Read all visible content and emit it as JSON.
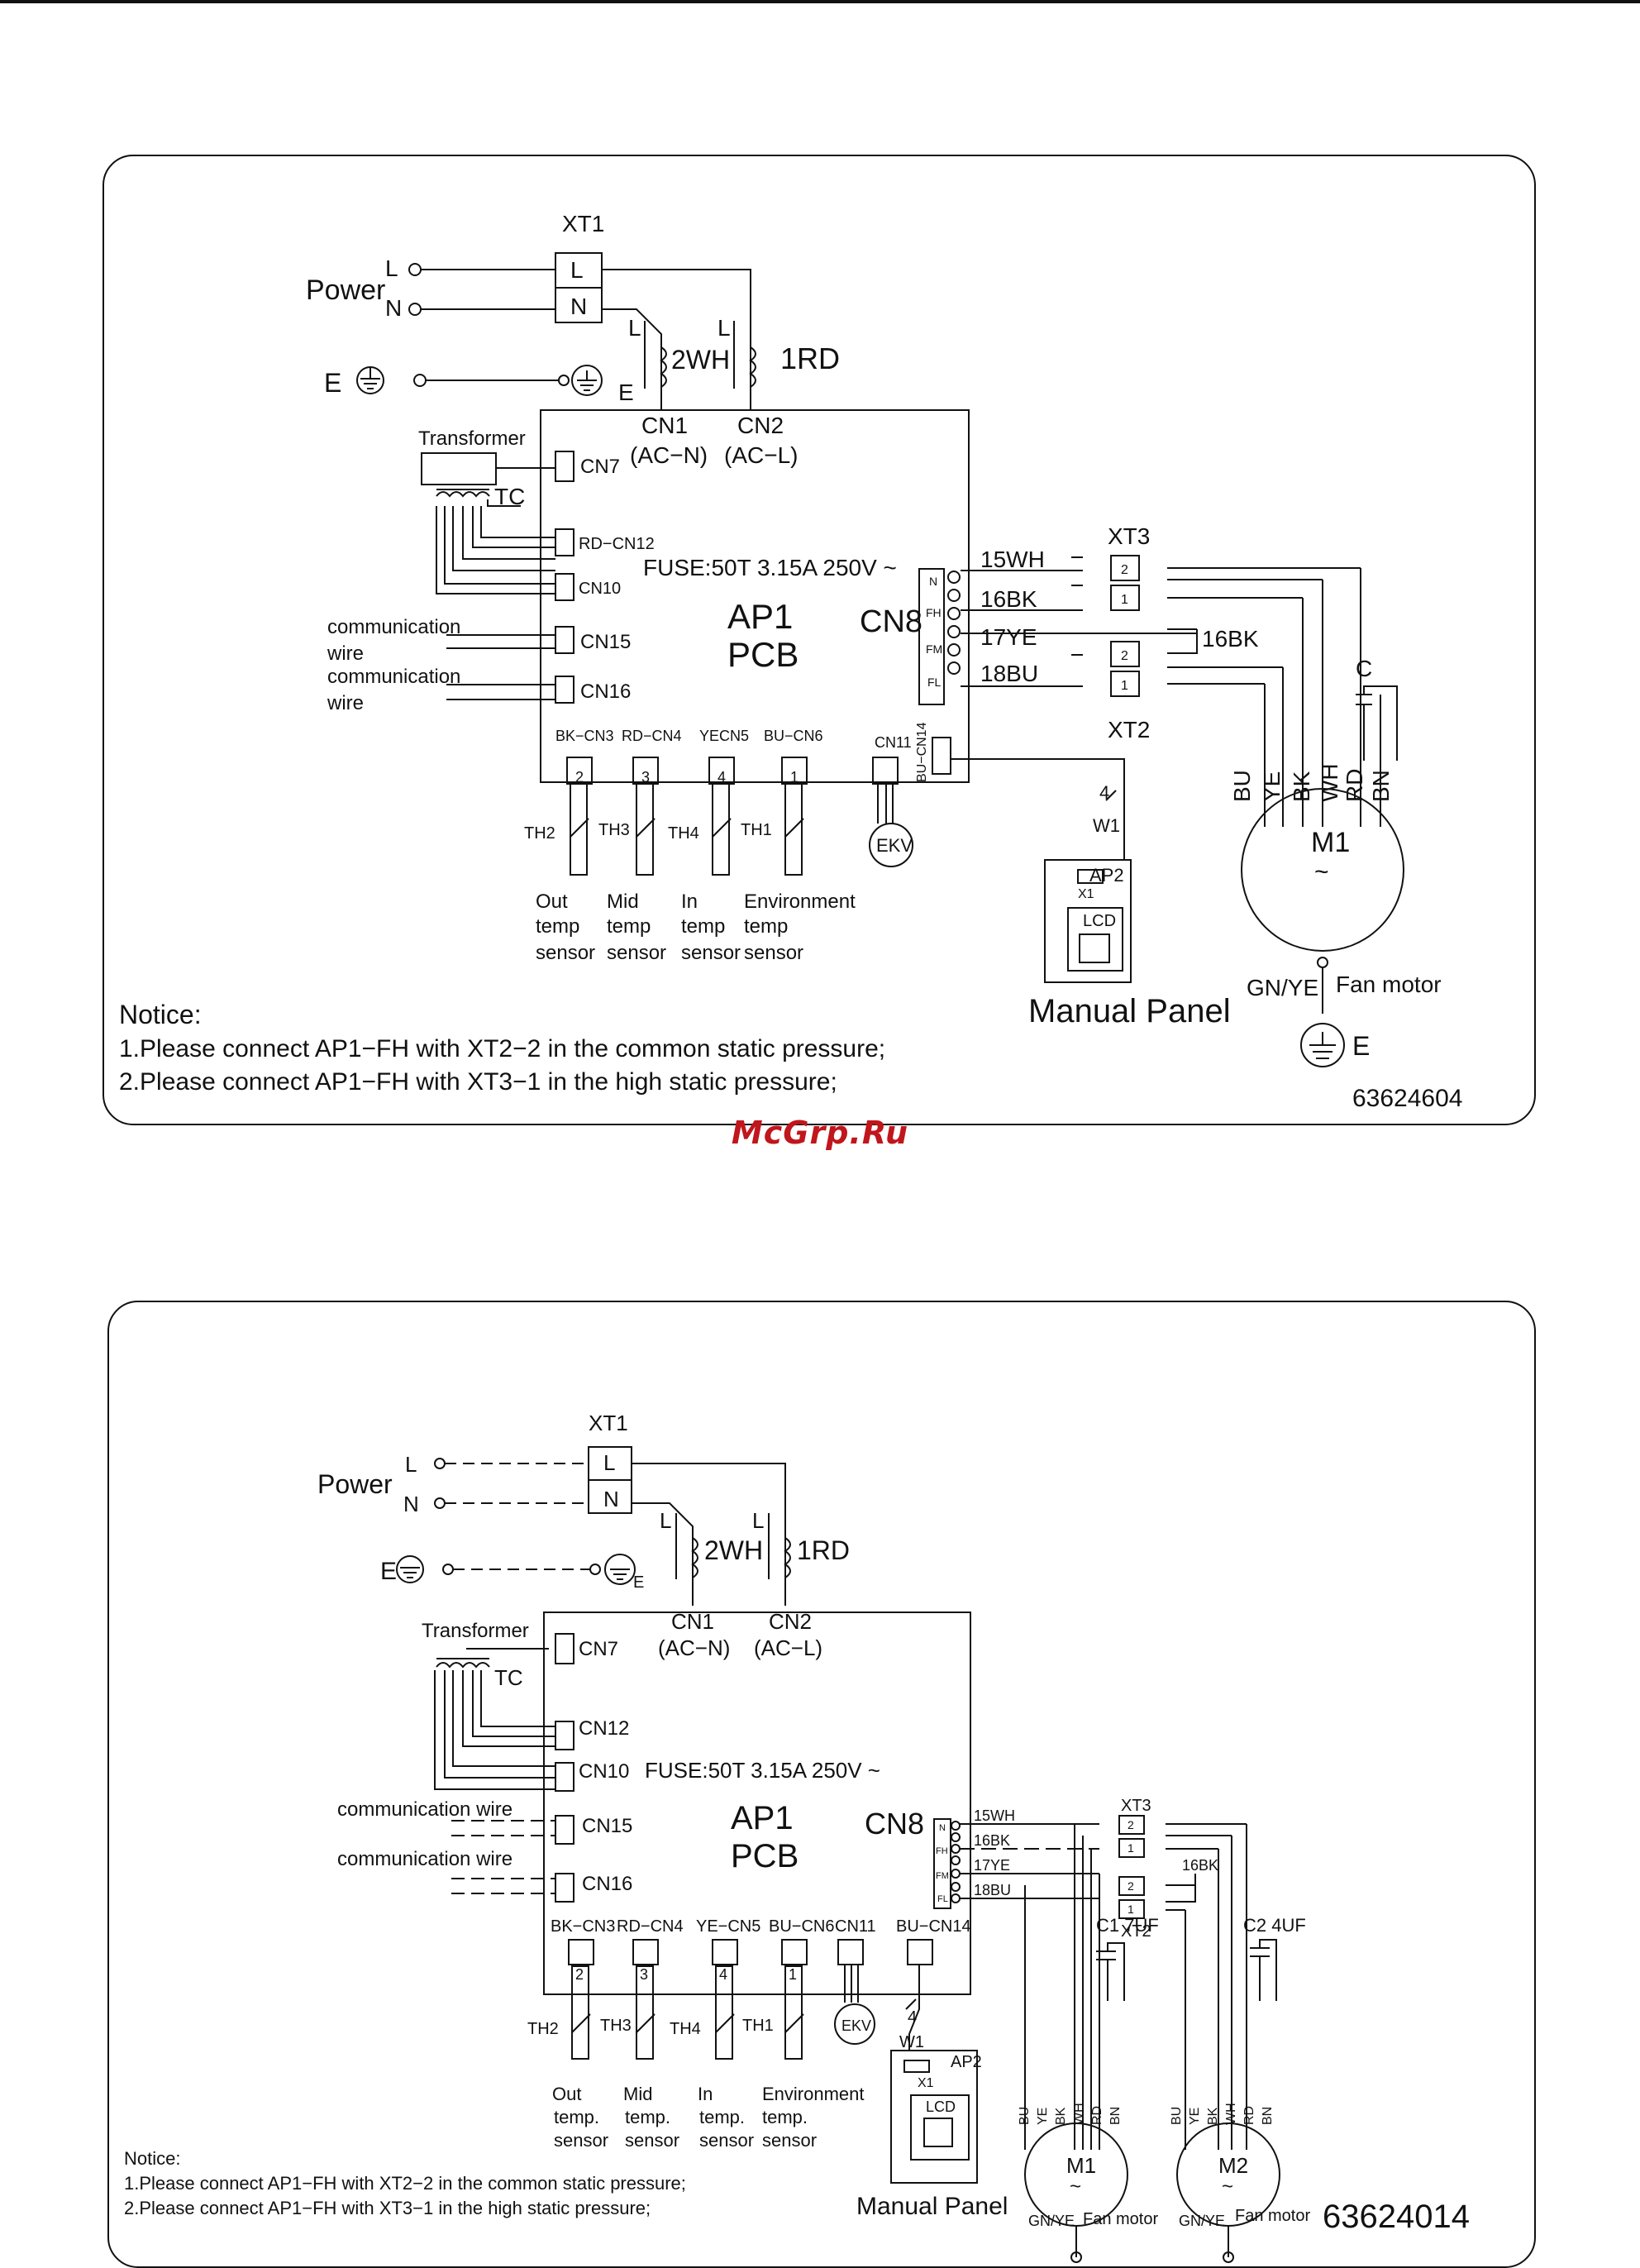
{
  "diagram1": {
    "xt1": "XT1",
    "power": "Power",
    "L": "L",
    "N": "N",
    "E": "E",
    "wire_2wh": "2WH",
    "wire_1rd": "1RD",
    "cn1": "CN1",
    "cn1_sub": "(AC−N)",
    "cn2": "CN2",
    "cn2_sub": "(AC−L)",
    "transformer": "Transformer",
    "tc": "TC",
    "cn7": "CN7",
    "cn12": "RD−CN12",
    "cn10": "CN10",
    "cn15": "CN15",
    "cn16": "CN16",
    "comm1a": "communication",
    "comm1b": "wire",
    "comm2a": "communication",
    "comm2b": "wire",
    "fuse": "FUSE:50T  3.15A  250V ~",
    "ap1": "AP1",
    "pcb": "PCB",
    "cn8": "CN8",
    "pin_n": "N",
    "pin_fh": "FH",
    "pin_fm": "FM",
    "pin_fl": "FL",
    "w15": "15WH",
    "w16": "16BK",
    "w17": "17YE",
    "w18": "18BU",
    "w16b": "16BK",
    "xt3": "XT3",
    "xt2": "XT2",
    "t2": "2",
    "t1": "1",
    "c": "C",
    "cn3": "BK−CN3",
    "cn4": "RD−CN4",
    "cn5": "YECN5",
    "cn6": "BU−CN6",
    "cn11": "CN11",
    "cn14": "BU−CN14",
    "n2": "2",
    "n3": "3",
    "n4": "4",
    "n1": "1",
    "th2": "TH2",
    "th3": "TH3",
    "th4": "TH4",
    "th1": "TH1",
    "ekv": "EKV",
    "s_out": [
      "Out",
      "temp",
      "sensor"
    ],
    "s_mid": [
      "Mid",
      "temp",
      "sensor"
    ],
    "s_in": [
      "In",
      "temp",
      "sensor"
    ],
    "s_env": [
      "Environment",
      "temp",
      "sensor"
    ],
    "four": "4",
    "w1": "W1",
    "ap2": "AP2",
    "x1": "X1",
    "lcd": "LCD",
    "manual": "Manual   Panel",
    "m1": "M1",
    "tilde": "~",
    "motor_wires": [
      "BU",
      "YE",
      "BK",
      "WH",
      "RD",
      "BN"
    ],
    "gnye": "GN/YE",
    "fanmotor": "Fan motor",
    "notice": "Notice:",
    "note1": "1.Please connect AP1−FH with XT2−2 in the common static pressure;",
    "note2": "2.Please connect AP1−FH with XT3−1 in the high static pressure;",
    "code": "63624604"
  },
  "watermark": "McGrp.Ru",
  "diagram2": {
    "xt1": "XT1",
    "power": "Power",
    "L": "L",
    "N": "N",
    "E": "E",
    "wire_2wh": "2WH",
    "wire_1rd": "1RD",
    "cn1": "CN1",
    "cn1_sub": "(AC−N)",
    "cn2": "CN2",
    "cn2_sub": "(AC−L)",
    "transformer": "Transformer",
    "tc": "TC",
    "cn7": "CN7",
    "cn12": "CN12",
    "cn10": "CN10",
    "cn15": "CN15",
    "cn16": "CN16",
    "comm1": "communication  wire",
    "comm2": "communication  wire",
    "fuse": "FUSE:50T  3.15A  250V ~",
    "ap1": "AP1",
    "pcb": "PCB",
    "cn8": "CN8",
    "pin_n": "N",
    "pin_fh": "FH",
    "pin_fm": "FM",
    "pin_fl": "FL",
    "w15": "15WH",
    "w16": "16BK",
    "w17": "17YE",
    "w18": "18BU",
    "w16b": "16BK",
    "xt3": "XT3",
    "xt2": "XT2",
    "t2": "2",
    "t1": "1",
    "cn3": "BK−CN3",
    "cn4": "RD−CN4",
    "cn5": "YE−CN5",
    "cn6": "BU−CN6",
    "cn11": "CN11",
    "cn14": "BU−CN14",
    "n2": "2",
    "n3": "3",
    "n4": "4",
    "n1": "1",
    "th2": "TH2",
    "th3": "TH3",
    "th4": "TH4",
    "th1": "TH1",
    "ekv": "EKV",
    "s_out": [
      "Out",
      "temp.",
      "sensor"
    ],
    "s_mid": [
      "Mid",
      "temp.",
      "sensor"
    ],
    "s_in": [
      "In",
      "temp.",
      "sensor"
    ],
    "s_env": [
      "Environment",
      "temp.",
      "sensor"
    ],
    "four": "4",
    "w1": "W1",
    "ap2": "AP2",
    "x1": "X1",
    "lcd": "LCD",
    "manual": "Manual   Panel",
    "c1": "C1  7UF",
    "c2": "C2  4UF",
    "m1": "M1",
    "m2": "M2",
    "tilde": "~",
    "motor_wires": [
      "BU",
      "YE",
      "BK",
      "WH",
      "RD",
      "BN"
    ],
    "gnye": "GN/YE",
    "fanmotor": "Fan motor",
    "notice": "Notice:",
    "note1": "1.Please connect AP1−FH with XT2−2 in the common static pressure;",
    "note2": "2.Please connect AP1−FH with XT3−1 in the high static pressure;",
    "code": "63624014"
  }
}
